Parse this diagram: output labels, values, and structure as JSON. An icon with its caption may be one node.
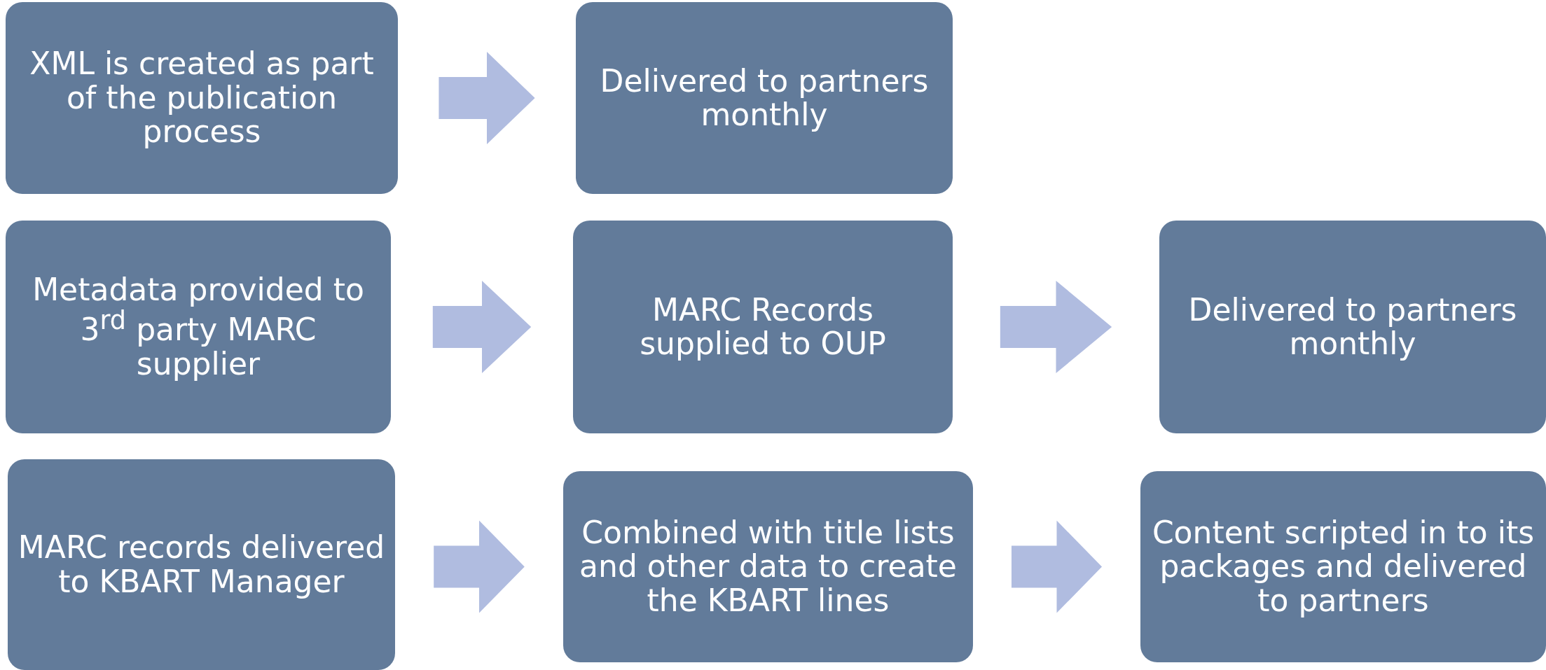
{
  "diagram": {
    "nodes": [
      {
        "text": [
          "XML is created as part of the publication process"
        ]
      },
      {
        "text": [
          "Delivered to partners monthly"
        ]
      },
      {
        "text": [
          "Metadata provided to 3$^{rd}$ party MARC supplier"
        ]
      },
      {
        "text": [
          "MARC Records supplied to OUP"
        ]
      },
      {
        "text": [
          "Delivered to partners monthly"
        ]
      },
      {
        "text": [
          "MARC records delivered to KBART Manager"
        ]
      },
      {
        "text": [
          "Combined with title lists and other data to create the KBART lines"
        ]
      },
      {
        "text": [
          "Content scripted in to its packages and delivered to partners"
        ]
      }
    ],
    "edges": [
      {
        "from": 0,
        "to": 1,
        "arrow": "to"
      },
      {
        "from": 2,
        "to": 3,
        "arrow": "to"
      },
      {
        "from": 3,
        "to": 4,
        "arrow": "to"
      },
      {
        "from": 5,
        "to": 6,
        "arrow": "to"
      },
      {
        "from": 6,
        "to": 7,
        "arrow": "to"
      }
    ]
  }
}
